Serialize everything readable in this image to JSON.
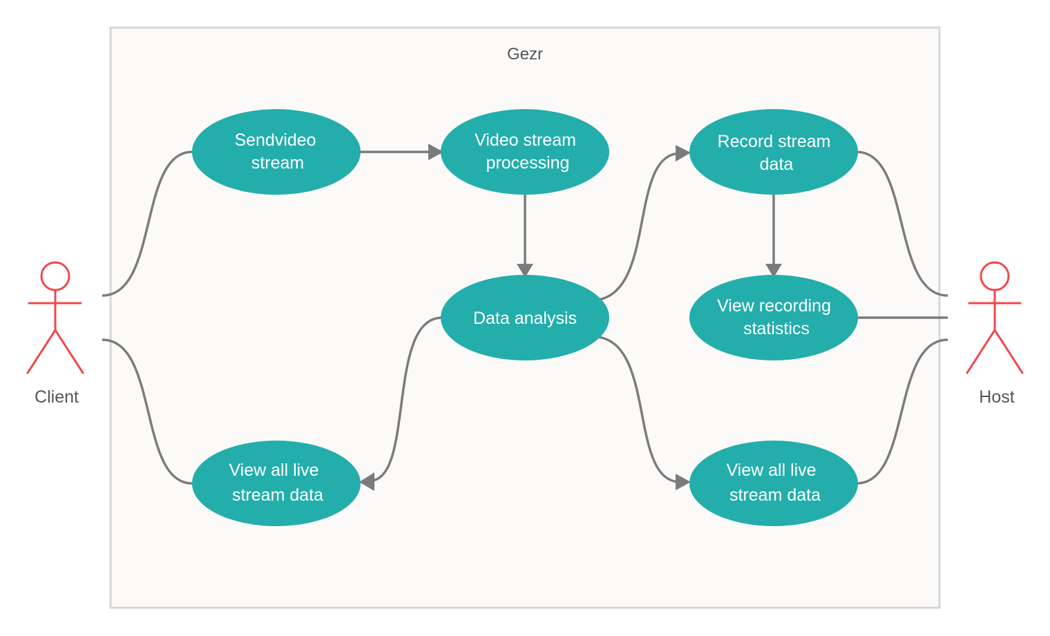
{
  "system": {
    "title": "Gezr"
  },
  "use_cases": {
    "send_video": [
      "Sendvideo",
      "stream"
    ],
    "video_processing": [
      "Video stream",
      "processing"
    ],
    "record_data": [
      "Record stream",
      "data"
    ],
    "data_analysis": [
      "Data analysis"
    ],
    "view_stats": [
      "View recording",
      "statistics"
    ],
    "view_all_client": [
      "View all live",
      "stream data"
    ],
    "view_all_host": [
      "View all live",
      "stream data"
    ]
  },
  "actors": {
    "client": "Client",
    "host": "Host"
  },
  "colors": {
    "use_case_fill": "#23aeac",
    "actor_stroke": "#f2474a",
    "connector": "#7b7b7b",
    "boundary_fill": "#fbfaf9",
    "boundary_stroke": "#d7d7d7"
  }
}
